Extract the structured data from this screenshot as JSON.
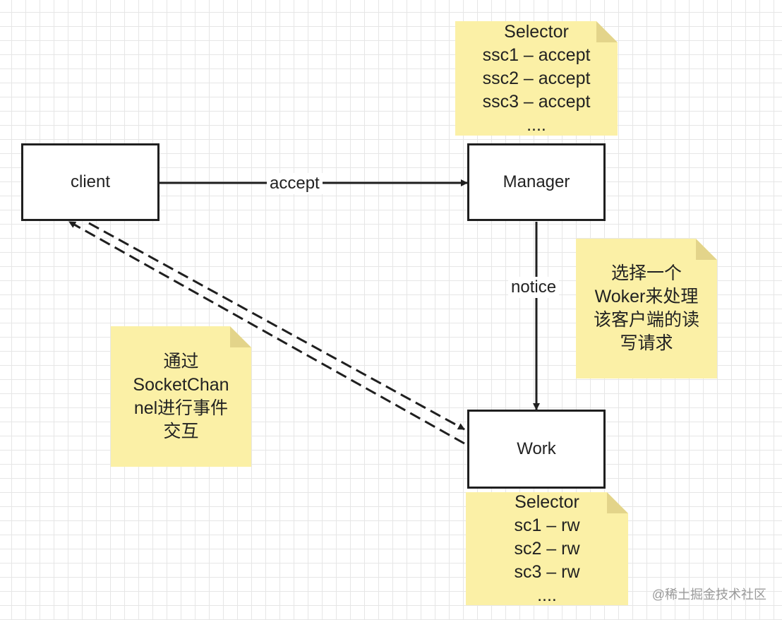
{
  "nodes": {
    "client": {
      "label": "client"
    },
    "manager": {
      "label": "Manager"
    },
    "work": {
      "label": "Work"
    }
  },
  "edges": {
    "accept": {
      "label": "accept"
    },
    "notice": {
      "label": "notice"
    }
  },
  "notes": {
    "manager_selector": [
      "Selector",
      "ssc1 – accept",
      "ssc2 – accept",
      "ssc3 – accept",
      "...."
    ],
    "choose_worker": [
      "选择一个",
      "Woker来处理",
      "该客户端的读",
      "写请求"
    ],
    "socket_channel": [
      "通过",
      "SocketChan",
      "nel进行事件",
      "交互"
    ],
    "work_selector": [
      "Selector",
      "sc1 – rw",
      "sc2 – rw",
      "sc3 – rw",
      "...."
    ]
  },
  "watermark": "@稀土掘金技术社区",
  "colors": {
    "note": "#fbf0a6",
    "note_fold": "#e3d48a",
    "stroke": "#1f1f1f",
    "grid": "#e6e6e6"
  }
}
